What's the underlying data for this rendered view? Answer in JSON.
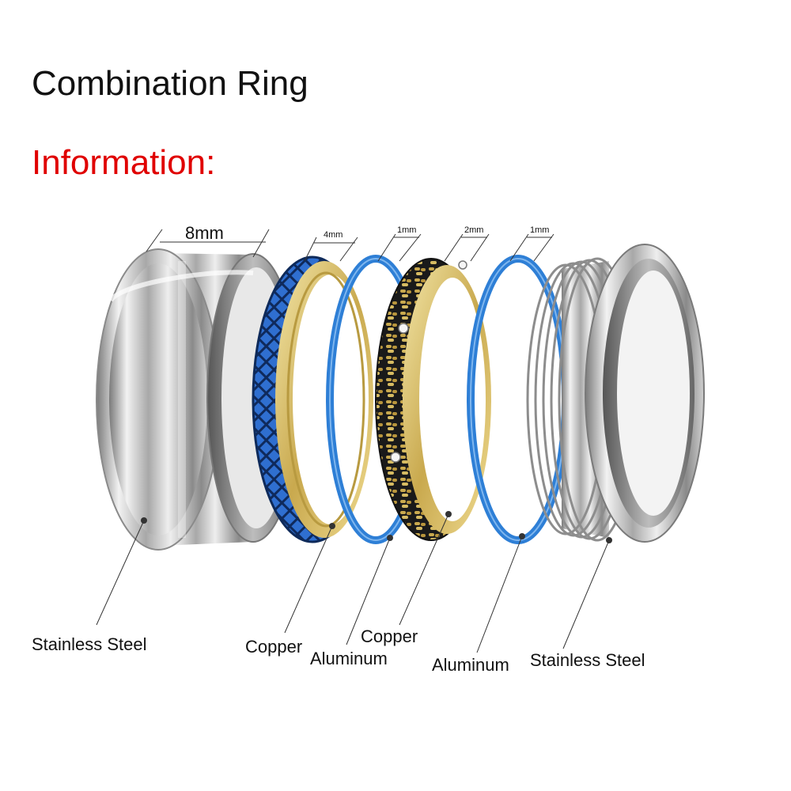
{
  "header": {
    "title": "Combination Ring",
    "subtitle": "Information:",
    "subtitle_color": "#e00000"
  },
  "dimensions": {
    "outer_width": "8mm",
    "copper_inner_width": "4mm",
    "aluminum_inner_width": "1mm",
    "copper_middle_width": "2mm",
    "aluminum_outer_width": "1mm"
  },
  "layers": [
    {
      "label": "Stainless Steel",
      "color": "#c8c8c8"
    },
    {
      "label": "Copper",
      "color": "#d8c47a"
    },
    {
      "label": "Aluminum",
      "color": "#2e7fd6"
    },
    {
      "label": "Copper",
      "color": "#d8c47a"
    },
    {
      "label": "Aluminum",
      "color": "#2e7fd6"
    },
    {
      "label": "Stainless Steel",
      "color": "#c8c8c8"
    }
  ],
  "colors": {
    "steel": "#c8c8c8",
    "gold": "#d8c47a",
    "blue": "#2e7fd6",
    "blue_dark": "#14387a"
  }
}
